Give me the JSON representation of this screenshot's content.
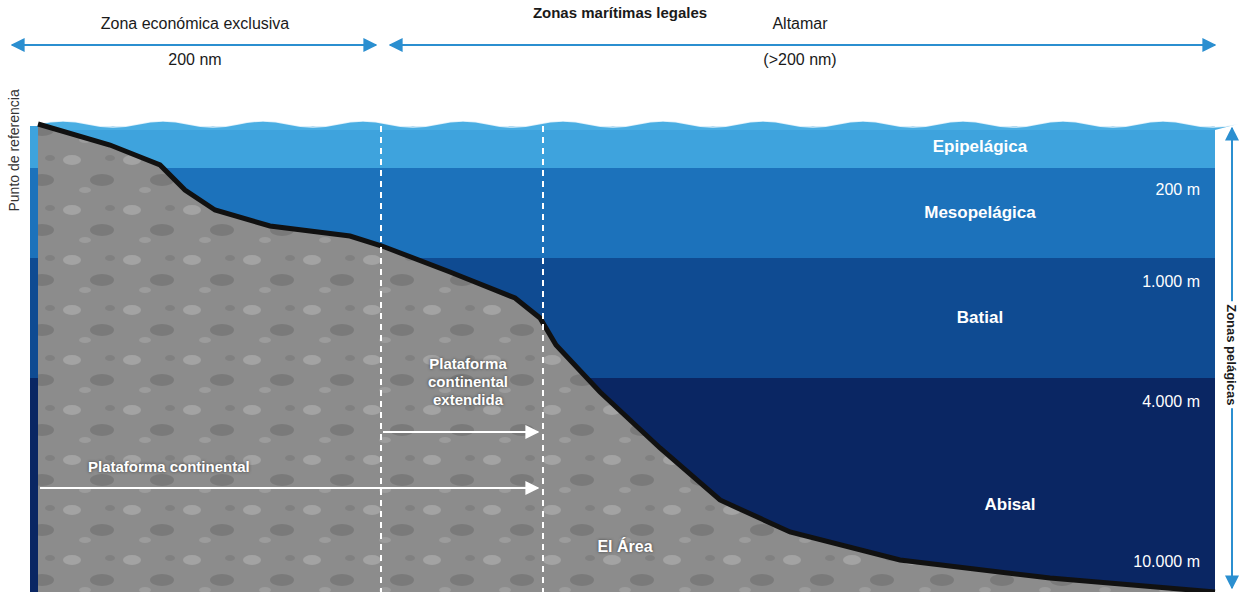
{
  "diagram": {
    "title": "Zonas marítimas legales",
    "nodes": [
      {
        "text": [
          "Epipelágica"
        ]
      },
      {
        "text": [
          "Mesopelágica"
        ]
      },
      {
        "text": [
          "Batial"
        ]
      },
      {
        "text": [
          "Abisal"
        ]
      }
    ],
    "labels": [
      "Zona económica exclusiva",
      "200 nm",
      "Altamar",
      "(>200 nm)",
      "Punto de referencia",
      "200 m",
      "1.000 m",
      "4.000 m",
      "10.000 m",
      "Zonas pelágicas",
      "Plataforma continental extendida",
      "Plataforma continental",
      "El Área"
    ]
  }
}
